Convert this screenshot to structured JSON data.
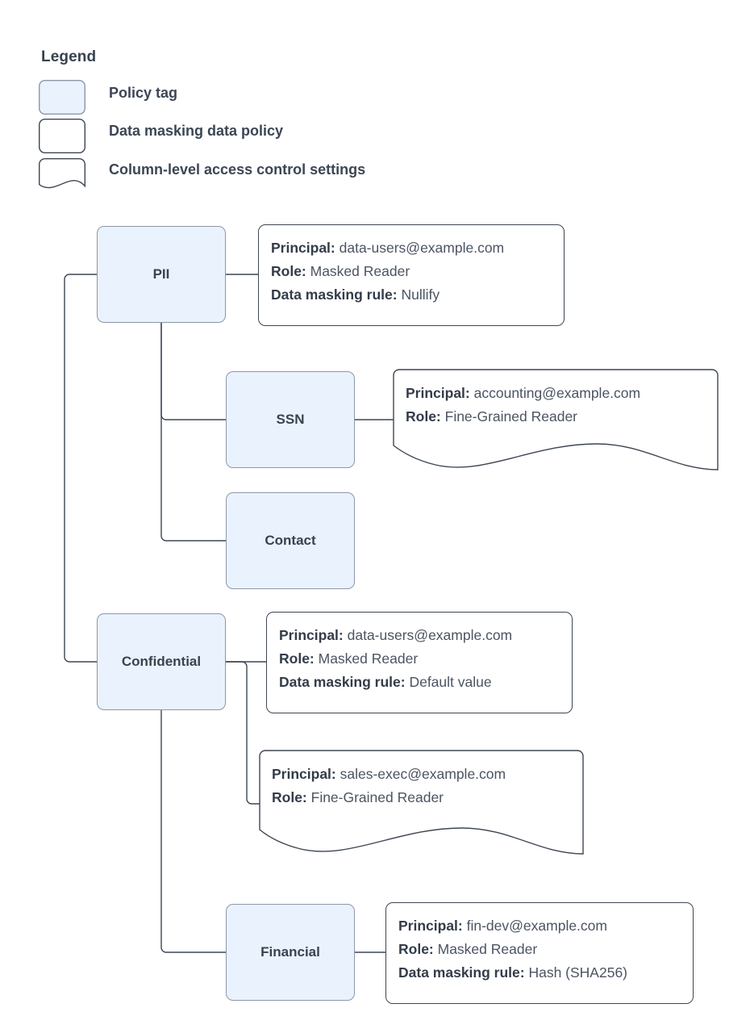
{
  "legend": {
    "title": "Legend",
    "items": [
      {
        "shape": "rounded-rect-filled",
        "label": "Policy tag"
      },
      {
        "shape": "rounded-rect",
        "label": "Data masking data policy"
      },
      {
        "shape": "wavy-bottom-rect",
        "label": "Column-level access control settings"
      }
    ]
  },
  "colors": {
    "tag_fill": "#eaf2fd",
    "tag_border": "#8d97a8",
    "callout_border": "#3d4653",
    "text": "#39424f",
    "connector": "#3d4653",
    "background": "#ffffff"
  },
  "nodes": {
    "pii": {
      "label": "PII"
    },
    "ssn": {
      "label": "SSN"
    },
    "contact": {
      "label": "Contact"
    },
    "confidential": {
      "label": "Confidential"
    },
    "financial": {
      "label": "Financial"
    }
  },
  "labels": {
    "principal": "Principal:",
    "role": "Role:",
    "masking_rule": "Data masking rule:"
  },
  "callouts": {
    "pii_masking": {
      "type": "data-masking-data-policy",
      "principal": "data-users@example.com",
      "role": "Masked Reader",
      "masking_rule": "Nullify"
    },
    "ssn_cls": {
      "type": "column-level-access-control-settings",
      "principal": "accounting@example.com",
      "role": "Fine-Grained Reader"
    },
    "confidential_masking": {
      "type": "data-masking-data-policy",
      "principal": "data-users@example.com",
      "role": "Masked Reader",
      "masking_rule": "Default value"
    },
    "confidential_cls": {
      "type": "column-level-access-control-settings",
      "principal": "sales-exec@example.com",
      "role": "Fine-Grained Reader"
    },
    "financial_masking": {
      "type": "data-masking-data-policy",
      "principal": "fin-dev@example.com",
      "role": "Masked Reader",
      "masking_rule": "Hash (SHA256)"
    }
  }
}
